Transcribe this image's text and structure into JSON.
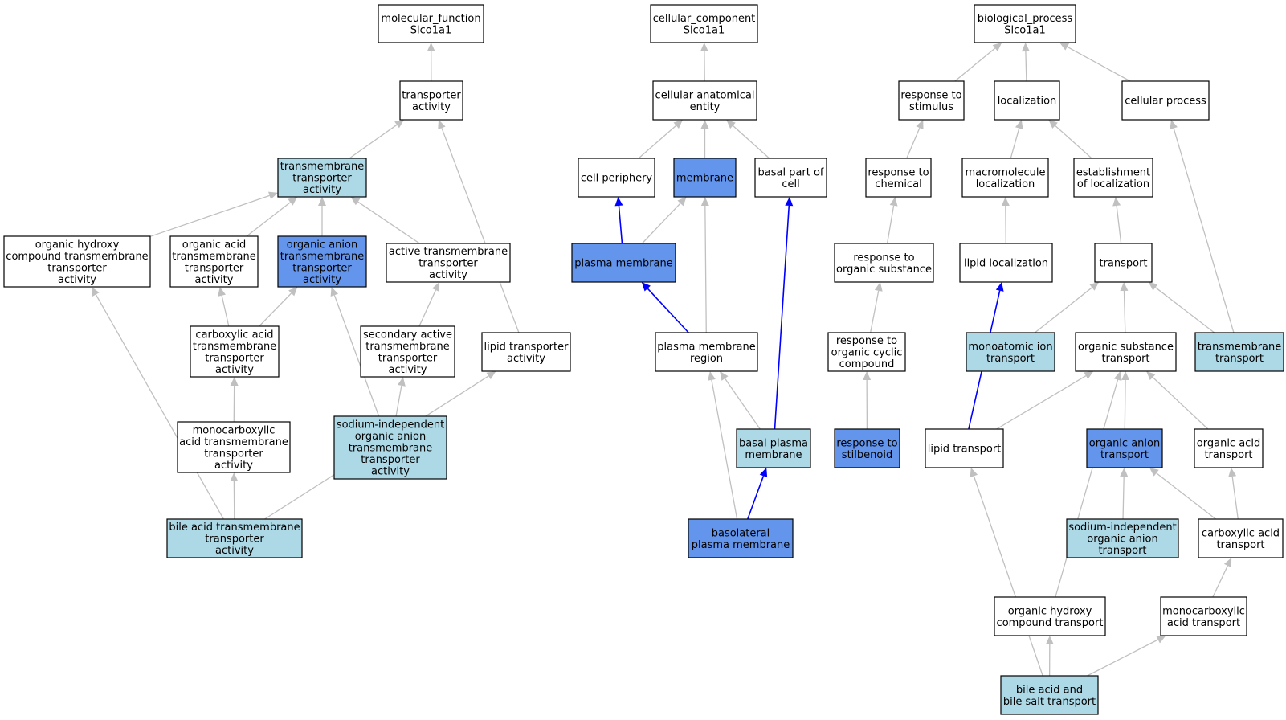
{
  "colors": {
    "plain": "#ffffff",
    "light": "#add8e6",
    "medium": "#6495ed",
    "edge_gray": "#c0c0c0",
    "edge_blue": "#0000ff"
  },
  "nodes": {
    "mf_root": {
      "lines": [
        "molecular_function",
        "Slco1a1"
      ],
      "fill": "plain"
    },
    "mf_transporter": {
      "lines": [
        "transporter",
        "activity"
      ],
      "fill": "plain"
    },
    "mf_tm": {
      "lines": [
        "transmembrane",
        "transporter",
        "activity"
      ],
      "fill": "light"
    },
    "mf_org_hydroxy": {
      "lines": [
        "organic hydroxy",
        "compound transmembrane",
        "transporter",
        "activity"
      ],
      "fill": "plain"
    },
    "mf_org_acid": {
      "lines": [
        "organic acid",
        "transmembrane",
        "transporter",
        "activity"
      ],
      "fill": "plain"
    },
    "mf_org_anion": {
      "lines": [
        "organic anion",
        "transmembrane",
        "transporter",
        "activity"
      ],
      "fill": "medium"
    },
    "mf_active_tm": {
      "lines": [
        "active transmembrane",
        "transporter",
        "activity"
      ],
      "fill": "plain"
    },
    "mf_carboxylic": {
      "lines": [
        "carboxylic acid",
        "transmembrane",
        "transporter",
        "activity"
      ],
      "fill": "plain"
    },
    "mf_secondary": {
      "lines": [
        "secondary active",
        "transmembrane",
        "transporter",
        "activity"
      ],
      "fill": "plain"
    },
    "mf_lipid_tr": {
      "lines": [
        "lipid transporter",
        "activity"
      ],
      "fill": "plain"
    },
    "mf_monocarb": {
      "lines": [
        "monocarboxylic",
        "acid transmembrane",
        "transporter",
        "activity"
      ],
      "fill": "plain"
    },
    "mf_sodium": {
      "lines": [
        "sodium-independent",
        "organic anion",
        "transmembrane",
        "transporter",
        "activity"
      ],
      "fill": "light"
    },
    "mf_bile": {
      "lines": [
        "bile acid transmembrane",
        "transporter",
        "activity"
      ],
      "fill": "light"
    },
    "cc_root": {
      "lines": [
        "cellular_component",
        "Slco1a1"
      ],
      "fill": "plain"
    },
    "cc_anat": {
      "lines": [
        "cellular anatomical",
        "entity"
      ],
      "fill": "plain"
    },
    "cc_periph": {
      "lines": [
        "cell periphery"
      ],
      "fill": "plain"
    },
    "cc_membrane": {
      "lines": [
        "membrane"
      ],
      "fill": "medium"
    },
    "cc_basalpart": {
      "lines": [
        "basal part of",
        "cell"
      ],
      "fill": "plain"
    },
    "cc_plasma": {
      "lines": [
        "plasma membrane"
      ],
      "fill": "medium"
    },
    "cc_pm_region": {
      "lines": [
        "plasma membrane",
        "region"
      ],
      "fill": "plain"
    },
    "cc_basal_pm": {
      "lines": [
        "basal plasma",
        "membrane"
      ],
      "fill": "light"
    },
    "cc_basolateral": {
      "lines": [
        "basolateral",
        "plasma membrane"
      ],
      "fill": "medium"
    },
    "bp_root": {
      "lines": [
        "biological_process",
        "Slco1a1"
      ],
      "fill": "plain"
    },
    "bp_stimulus": {
      "lines": [
        "response to",
        "stimulus"
      ],
      "fill": "plain"
    },
    "bp_localization": {
      "lines": [
        "localization"
      ],
      "fill": "plain"
    },
    "bp_cellular": {
      "lines": [
        "cellular process"
      ],
      "fill": "plain"
    },
    "bp_chemical": {
      "lines": [
        "response to",
        "chemical"
      ],
      "fill": "plain"
    },
    "bp_macro": {
      "lines": [
        "macromolecule",
        "localization"
      ],
      "fill": "plain"
    },
    "bp_establish": {
      "lines": [
        "establishment",
        "of localization"
      ],
      "fill": "plain"
    },
    "bp_organic_sub": {
      "lines": [
        "response to",
        "organic substance"
      ],
      "fill": "plain"
    },
    "bp_lipid_loc": {
      "lines": [
        "lipid localization"
      ],
      "fill": "plain"
    },
    "bp_transport": {
      "lines": [
        "transport"
      ],
      "fill": "plain"
    },
    "bp_cyclic": {
      "lines": [
        "response to",
        "organic cyclic",
        "compound"
      ],
      "fill": "plain"
    },
    "bp_monoatomic": {
      "lines": [
        "monoatomic ion",
        "transport"
      ],
      "fill": "light"
    },
    "bp_org_sub_tr": {
      "lines": [
        "organic substance",
        "transport"
      ],
      "fill": "plain"
    },
    "bp_tm_tr": {
      "lines": [
        "transmembrane",
        "transport"
      ],
      "fill": "light"
    },
    "bp_stilbenoid": {
      "lines": [
        "response to",
        "stilbenoid"
      ],
      "fill": "medium"
    },
    "bp_lipid_tr": {
      "lines": [
        "lipid transport"
      ],
      "fill": "plain"
    },
    "bp_org_anion_tr": {
      "lines": [
        "organic anion",
        "transport"
      ],
      "fill": "medium"
    },
    "bp_org_acid_tr": {
      "lines": [
        "organic acid",
        "transport"
      ],
      "fill": "plain"
    },
    "bp_sodium_tr": {
      "lines": [
        "sodium-independent",
        "organic anion",
        "transport"
      ],
      "fill": "light"
    },
    "bp_carbox_tr": {
      "lines": [
        "carboxylic acid",
        "transport"
      ],
      "fill": "plain"
    },
    "bp_org_hydroxy_tr": {
      "lines": [
        "organic hydroxy",
        "compound transport"
      ],
      "fill": "plain"
    },
    "bp_monocarb_tr": {
      "lines": [
        "monocarboxylic",
        "acid transport"
      ],
      "fill": "plain"
    },
    "bp_bile_tr": {
      "lines": [
        "bile acid and",
        "bile salt transport"
      ],
      "fill": "light"
    }
  },
  "edges": [
    {
      "from": "mf_transporter",
      "to": "mf_root",
      "color": "gray"
    },
    {
      "from": "mf_tm",
      "to": "mf_transporter",
      "color": "gray"
    },
    {
      "from": "mf_lipid_tr",
      "to": "mf_transporter",
      "color": "gray"
    },
    {
      "from": "mf_org_hydroxy",
      "to": "mf_tm",
      "color": "gray"
    },
    {
      "from": "mf_org_acid",
      "to": "mf_tm",
      "color": "gray"
    },
    {
      "from": "mf_org_anion",
      "to": "mf_tm",
      "color": "gray"
    },
    {
      "from": "mf_active_tm",
      "to": "mf_tm",
      "color": "gray"
    },
    {
      "from": "mf_carboxylic",
      "to": "mf_org_acid",
      "color": "gray"
    },
    {
      "from": "mf_carboxylic",
      "to": "mf_org_anion",
      "color": "gray"
    },
    {
      "from": "mf_secondary",
      "to": "mf_active_tm",
      "color": "gray"
    },
    {
      "from": "mf_monocarb",
      "to": "mf_carboxylic",
      "color": "gray"
    },
    {
      "from": "mf_sodium",
      "to": "mf_org_anion",
      "color": "gray"
    },
    {
      "from": "mf_sodium",
      "to": "mf_secondary",
      "color": "gray"
    },
    {
      "from": "mf_bile",
      "to": "mf_monocarb",
      "color": "gray"
    },
    {
      "from": "mf_bile",
      "to": "mf_org_hydroxy",
      "color": "gray"
    },
    {
      "from": "mf_bile",
      "to": "mf_lipid_tr",
      "color": "gray"
    },
    {
      "from": "cc_anat",
      "to": "cc_root",
      "color": "gray"
    },
    {
      "from": "cc_periph",
      "to": "cc_anat",
      "color": "gray"
    },
    {
      "from": "cc_membrane",
      "to": "cc_anat",
      "color": "gray"
    },
    {
      "from": "cc_basalpart",
      "to": "cc_anat",
      "color": "gray"
    },
    {
      "from": "cc_plasma",
      "to": "cc_periph",
      "color": "blue"
    },
    {
      "from": "cc_plasma",
      "to": "cc_membrane",
      "color": "gray"
    },
    {
      "from": "cc_pm_region",
      "to": "cc_plasma",
      "color": "blue"
    },
    {
      "from": "cc_pm_region",
      "to": "cc_membrane",
      "color": "gray"
    },
    {
      "from": "cc_basal_pm",
      "to": "cc_pm_region",
      "color": "gray"
    },
    {
      "from": "cc_basal_pm",
      "to": "cc_basalpart",
      "color": "blue"
    },
    {
      "from": "cc_basolateral",
      "to": "cc_basal_pm",
      "color": "blue"
    },
    {
      "from": "cc_basolateral",
      "to": "cc_pm_region",
      "color": "gray"
    },
    {
      "from": "bp_stimulus",
      "to": "bp_root",
      "color": "gray"
    },
    {
      "from": "bp_localization",
      "to": "bp_root",
      "color": "gray"
    },
    {
      "from": "bp_cellular",
      "to": "bp_root",
      "color": "gray"
    },
    {
      "from": "bp_chemical",
      "to": "bp_stimulus",
      "color": "gray"
    },
    {
      "from": "bp_macro",
      "to": "bp_localization",
      "color": "gray"
    },
    {
      "from": "bp_establish",
      "to": "bp_localization",
      "color": "gray"
    },
    {
      "from": "bp_organic_sub",
      "to": "bp_chemical",
      "color": "gray"
    },
    {
      "from": "bp_lipid_loc",
      "to": "bp_macro",
      "color": "gray"
    },
    {
      "from": "bp_transport",
      "to": "bp_establish",
      "color": "gray"
    },
    {
      "from": "bp_cyclic",
      "to": "bp_organic_sub",
      "color": "gray"
    },
    {
      "from": "bp_monoatomic",
      "to": "bp_transport",
      "color": "gray"
    },
    {
      "from": "bp_org_sub_tr",
      "to": "bp_transport",
      "color": "gray"
    },
    {
      "from": "bp_tm_tr",
      "to": "bp_transport",
      "color": "gray"
    },
    {
      "from": "bp_tm_tr",
      "to": "bp_cellular",
      "color": "gray"
    },
    {
      "from": "bp_stilbenoid",
      "to": "bp_cyclic",
      "color": "gray"
    },
    {
      "from": "bp_lipid_tr",
      "to": "bp_org_sub_tr",
      "color": "gray"
    },
    {
      "from": "bp_lipid_tr",
      "to": "bp_lipid_loc",
      "color": "blue"
    },
    {
      "from": "bp_org_anion_tr",
      "to": "bp_org_sub_tr",
      "color": "gray"
    },
    {
      "from": "bp_org_acid_tr",
      "to": "bp_org_sub_tr",
      "color": "gray"
    },
    {
      "from": "bp_org_hydroxy_tr",
      "to": "bp_org_sub_tr",
      "color": "gray"
    },
    {
      "from": "bp_sodium_tr",
      "to": "bp_org_anion_tr",
      "color": "gray"
    },
    {
      "from": "bp_carbox_tr",
      "to": "bp_org_anion_tr",
      "color": "gray"
    },
    {
      "from": "bp_carbox_tr",
      "to": "bp_org_acid_tr",
      "color": "gray"
    },
    {
      "from": "bp_monocarb_tr",
      "to": "bp_carbox_tr",
      "color": "gray"
    },
    {
      "from": "bp_bile_tr",
      "to": "bp_org_hydroxy_tr",
      "color": "gray"
    },
    {
      "from": "bp_bile_tr",
      "to": "bp_monocarb_tr",
      "color": "gray"
    },
    {
      "from": "bp_bile_tr",
      "to": "bp_lipid_tr",
      "color": "gray"
    }
  ]
}
